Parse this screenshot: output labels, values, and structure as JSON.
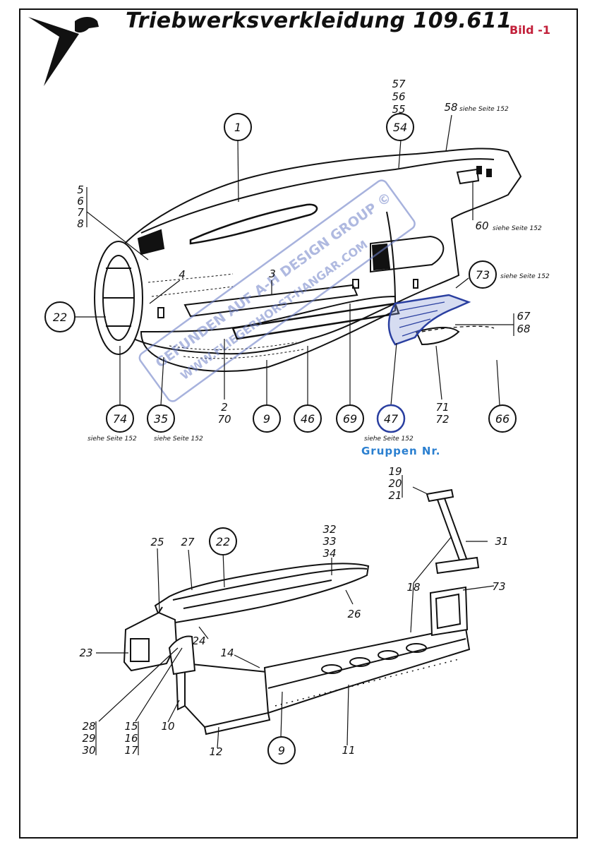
{
  "header": {
    "title": "Triebwerksverkleidung 109.611",
    "bild": "Bild -1",
    "logo": "bird-logo-icon"
  },
  "group_label": "Gruppen Nr.",
  "watermark": {
    "line1": "GEFUNDEN AUF A-H DESIGN GROUP ©",
    "line2": "WWW.FLIEGERHORST-HANGAR.COM"
  },
  "colors": {
    "ink": "#111111",
    "bild_red": "#c2203a",
    "group_blue": "#2a7fd0",
    "highlight_blue": "#2a3fa0",
    "watermark": "#6d7fc6"
  },
  "callouts": {
    "c1": "1",
    "c54": "54",
    "c22a": "22",
    "c73": "73",
    "c74": "74",
    "c35": "35",
    "c9a": "9",
    "c46": "46",
    "c69": "69",
    "c47": "47",
    "c66": "66",
    "c22b": "22",
    "c9b": "9"
  },
  "labels": {
    "l57": "57",
    "l56": "56",
    "l55": "55",
    "l58": "58",
    "l5": "5",
    "l6": "6",
    "l7": "7",
    "l8": "8",
    "l4": "4",
    "l3": "3",
    "l60": "60",
    "l67": "67",
    "l68": "68",
    "l2": "2",
    "l70": "70",
    "l71": "71",
    "l72": "72",
    "l19": "19",
    "l20": "20",
    "l21": "21",
    "l25": "25",
    "l27": "27",
    "l32": "32",
    "l33": "33",
    "l34": "34",
    "l31": "31",
    "l18": "18",
    "l73b": "73",
    "l26": "26",
    "l23": "23",
    "l24": "24",
    "l14": "14",
    "l28": "28",
    "l29": "29",
    "l30": "30",
    "l15": "15",
    "l16": "16",
    "l17": "17",
    "l10": "10",
    "l12": "12",
    "l11": "11"
  },
  "notes": {
    "n58": "siehe Seite 152",
    "n60": "siehe Seite 152",
    "n73": "siehe Seite 152",
    "n74": "siehe Seite 152",
    "n35": "siehe Seite 152",
    "n47": "siehe Seite 152"
  }
}
